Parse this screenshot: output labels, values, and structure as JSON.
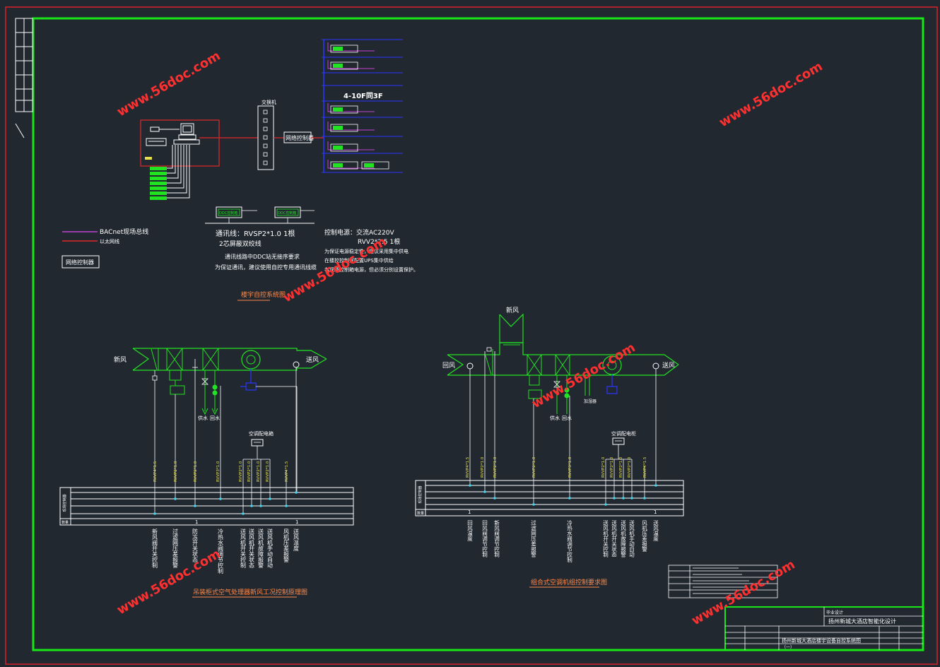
{
  "colors": {
    "background": "#212830",
    "outer_frame": "#d8202a",
    "inner_frame": "#19e619",
    "line_white": "#ffffff",
    "line_green": "#22e322",
    "line_magenta": "#c040d0",
    "line_red": "#e02828",
    "line_blue": "#2a36ff",
    "line_cyan": "#40d8ee",
    "text_yellow": "#e8e04a",
    "text_white": "#ffffff",
    "title_orange": "#ff8a4a",
    "watermark": "#ff3030"
  },
  "watermark": "www.56doc.com",
  "bms": {
    "switch_label": "交换机",
    "network_controller": "网络控制器",
    "floor_label": "4-10F同3F",
    "legend_bacnet": "BACnet现场总线",
    "legend_ethernet": "以太网线",
    "legend_box": "网络控制器",
    "ddc_left": "DDC控制箱",
    "ddc_right": "DDC控制箱",
    "note_lines": [
      "通讯线：RVSP2*1.0  1根",
      "2芯屏蔽双绞线",
      "通讯线路中DDC站无接序要求",
      "为保证通讯，建议使用自控专用通讯线缆"
    ],
    "power_lines": [
      "控制电源：交流AC220V",
      "RVV2*2.5  1根",
      "为保证电源稳定性，建议采用集中供电",
      "在楼控控制室配置UPS集中供给",
      "各现场控制箱电源，但必须分别设置保护。"
    ],
    "title": "楼宇自控系统图"
  },
  "fau": {
    "inlet": "新风",
    "supply": "送风",
    "supply_water": "供水",
    "return_water": "回水",
    "panel": "空调配电箱",
    "row_label": "现场控制器",
    "row_count_label": "数量",
    "count_left": "1",
    "count_right": "1",
    "cable_codes": [
      "RVVP4*1.5",
      "RVVP2*1.0",
      "RVVP2*1.0",
      "RVVP3*1.0",
      "RVVP2*1.0",
      "RVVP2*1.0",
      "RVVP2*1.0",
      "RVVP2*1.0",
      "RVVP4*1.5"
    ],
    "descriptions": [
      "新风阀开关控制",
      "过滤网压差报警",
      "防冻开关状态",
      "冷热水阀调节控制",
      "送风机开关控制",
      "送风机开关状态",
      "送风机故障报警",
      "送风机手动自动",
      "风机压差报警",
      "送风温度"
    ],
    "title": "吊装柜式空气处理器新风工况控制原理图"
  },
  "ahu": {
    "fresh": "新风",
    "return": "回风",
    "supply": "送风",
    "supply_water": "供水",
    "return_water": "回水",
    "humidifier": "加湿器",
    "panel": "空调配电柜",
    "row_label": "现场控制器",
    "row_count_label": "数量",
    "count_left": "1",
    "count_right": "1",
    "cable_codes": [
      "RVVP4*1.5",
      "RVVP2*1.0",
      "RVVP2*1.0",
      "RVVP2*1.0",
      "RVVP3*1.0",
      "RVVP2*1.0",
      "RVVP2*1.0",
      "RVVP2*1.0",
      "RVVP2*1.0",
      "RVVP4*1.5"
    ],
    "descriptions": [
      "回风温度",
      "回风阀调节控制",
      "新风阀调节控制",
      "过滤网压差报警",
      "冷热水阀调节控制",
      "送风机开关控制",
      "送风机开关状态",
      "送风机故障报警",
      "送风机手动自动",
      "风机压差报警",
      "送风温度"
    ],
    "title": "组合式空调机组控制要求图"
  },
  "title_block": {
    "project_header": "毕业设计",
    "project_name": "扬州新城大酒店智能化设计",
    "drawing_name": "扬州新城大酒店楼宇设备自控系统图",
    "drawing_sub": "（一）"
  }
}
